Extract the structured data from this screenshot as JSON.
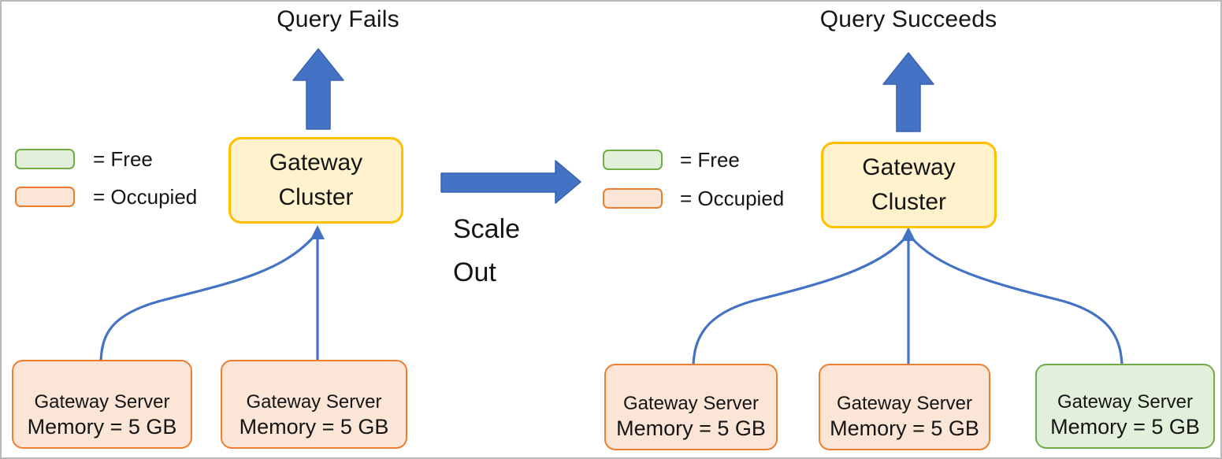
{
  "colors": {
    "arrow_blue": "#4472C4",
    "arrow_blue_edge": "#3A62B0",
    "cluster_fill": "#FFF2CC",
    "cluster_border": "#FFC000",
    "occupied_fill": "#FBE5D6",
    "occupied_border": "#ED7D31",
    "free_fill": "#E2EFDA",
    "free_border": "#70AD47",
    "text": "#151515",
    "frame_border": "#b9b9b9"
  },
  "left_diagram": {
    "title": "Query Fails",
    "cluster": {
      "line1": "Gateway",
      "line2": "Cluster"
    },
    "legend": [
      {
        "state": "free",
        "label": "= Free"
      },
      {
        "state": "occupied",
        "label": "= Occupied"
      }
    ],
    "servers": [
      {
        "state": "occupied",
        "line1": "Gateway Server",
        "line2": "Memory = 5 GB"
      },
      {
        "state": "occupied",
        "line1": "Gateway Server",
        "line2": "Memory = 5 GB"
      }
    ]
  },
  "middle": {
    "label_line1": "Scale",
    "label_line2": "Out"
  },
  "right_diagram": {
    "title": "Query Succeeds",
    "cluster": {
      "line1": "Gateway",
      "line2": "Cluster"
    },
    "legend": [
      {
        "state": "free",
        "label": "= Free"
      },
      {
        "state": "occupied",
        "label": "= Occupied"
      }
    ],
    "servers": [
      {
        "state": "occupied",
        "line1": "Gateway Server",
        "line2": "Memory = 5 GB"
      },
      {
        "state": "occupied",
        "line1": "Gateway Server",
        "line2": "Memory = 5 GB"
      },
      {
        "state": "free",
        "line1": "Gateway Server",
        "line2": "Memory = 5 GB"
      }
    ]
  }
}
